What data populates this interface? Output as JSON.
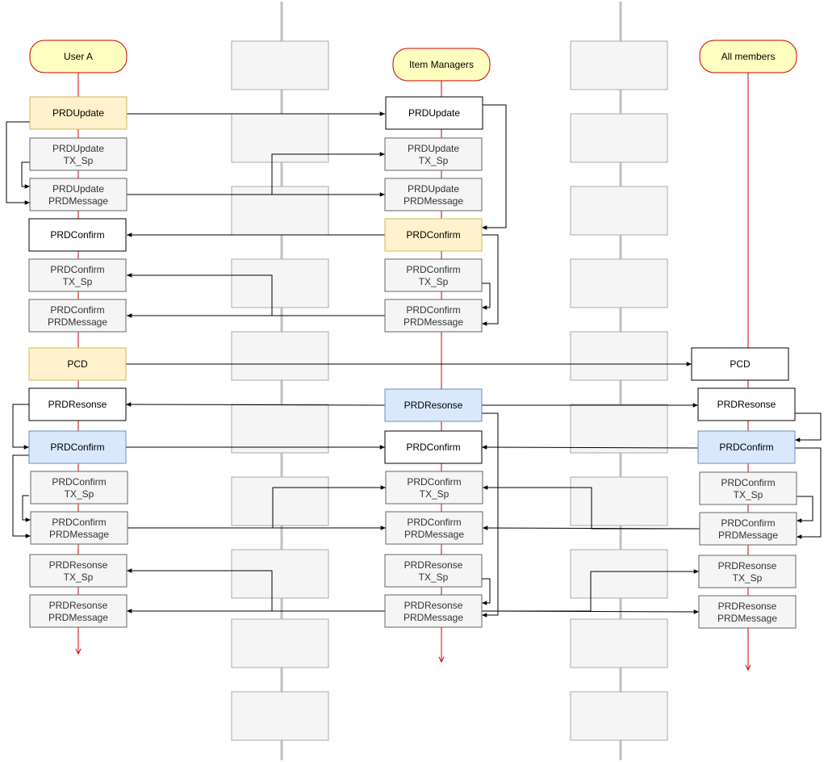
{
  "colors": {
    "lifeline": "#cc0000",
    "actor_fill": "#ffffc0",
    "actor_stroke": "#cc0000",
    "plain_fill": "#ffffff",
    "plain_stroke": "#000000",
    "msg_fill": "#f5f5f5",
    "msg_stroke": "#666666",
    "msg_text": "#333333",
    "highlight_fill": "#fff2cc",
    "highlight_stroke": "#d6b656",
    "blue_fill": "#dae8fc",
    "blue_stroke": "#6c8ebf",
    "separator": "#c0c0c0",
    "lane_fill": "#f5f5f5",
    "lane_stroke": "#aaaaaa",
    "arrow": "#000000"
  },
  "actors": [
    {
      "id": "user_a",
      "label": "User A"
    },
    {
      "id": "item_managers",
      "label": "Item Managers"
    },
    {
      "id": "all_members",
      "label": "All members"
    }
  ],
  "nodes": [
    {
      "id": "a1",
      "lines": [
        "PRDUpdate"
      ],
      "style": "highlight"
    },
    {
      "id": "a2",
      "lines": [
        "PRDUpdate",
        "TX_Sp"
      ],
      "style": "msg"
    },
    {
      "id": "a3",
      "lines": [
        "PRDUpdate",
        "PRDMessage"
      ],
      "style": "msg"
    },
    {
      "id": "a4",
      "lines": [
        "PRDConfirm"
      ],
      "style": "plain"
    },
    {
      "id": "a5",
      "lines": [
        "PRDConfirm",
        "TX_Sp"
      ],
      "style": "msg"
    },
    {
      "id": "a6",
      "lines": [
        "PRDConfirm",
        "PRDMessage"
      ],
      "style": "msg"
    },
    {
      "id": "a7",
      "lines": [
        "PCD"
      ],
      "style": "highlight"
    },
    {
      "id": "a8",
      "lines": [
        "PRDResonse"
      ],
      "style": "plain"
    },
    {
      "id": "a9",
      "lines": [
        "PRDConfirm"
      ],
      "style": "blue"
    },
    {
      "id": "a10",
      "lines": [
        "PRDConfirm",
        "TX_Sp"
      ],
      "style": "msg"
    },
    {
      "id": "a11",
      "lines": [
        "PRDConfirm",
        "PRDMessage"
      ],
      "style": "msg"
    },
    {
      "id": "a12",
      "lines": [
        "PRDResonse",
        "TX_Sp"
      ],
      "style": "msg"
    },
    {
      "id": "a13",
      "lines": [
        "PRDResonse",
        "PRDMessage"
      ],
      "style": "msg"
    },
    {
      "id": "m1",
      "lines": [
        "PRDUpdate"
      ],
      "style": "plain"
    },
    {
      "id": "m2",
      "lines": [
        "PRDUpdate",
        "TX_Sp"
      ],
      "style": "msg"
    },
    {
      "id": "m3",
      "lines": [
        "PRDUpdate",
        "PRDMessage"
      ],
      "style": "msg"
    },
    {
      "id": "m4",
      "lines": [
        "PRDConfirm"
      ],
      "style": "highlight"
    },
    {
      "id": "m5",
      "lines": [
        "PRDConfirm",
        "TX_Sp"
      ],
      "style": "msg"
    },
    {
      "id": "m6",
      "lines": [
        "PRDConfirm",
        "PRDMessage"
      ],
      "style": "msg"
    },
    {
      "id": "m7",
      "lines": [
        "PRDResonse"
      ],
      "style": "blue"
    },
    {
      "id": "m8",
      "lines": [
        "PRDConfirm"
      ],
      "style": "plain"
    },
    {
      "id": "m9",
      "lines": [
        "PRDConfirm",
        "TX_Sp"
      ],
      "style": "msg"
    },
    {
      "id": "m10",
      "lines": [
        "PRDConfirm",
        "PRDMessage"
      ],
      "style": "msg"
    },
    {
      "id": "m11",
      "lines": [
        "PRDResonse",
        "TX_Sp"
      ],
      "style": "msg"
    },
    {
      "id": "m12",
      "lines": [
        "PRDResonse",
        "PRDMessage"
      ],
      "style": "msg"
    },
    {
      "id": "r1",
      "lines": [
        "PCD"
      ],
      "style": "plain"
    },
    {
      "id": "r2",
      "lines": [
        "PRDResonse"
      ],
      "style": "plain"
    },
    {
      "id": "r3",
      "lines": [
        "PRDConfirm"
      ],
      "style": "blue"
    },
    {
      "id": "r4",
      "lines": [
        "PRDConfirm",
        "TX_Sp"
      ],
      "style": "msg"
    },
    {
      "id": "r5",
      "lines": [
        "PRDConfirm",
        "PRDMessage"
      ],
      "style": "msg"
    },
    {
      "id": "r6",
      "lines": [
        "PRDResonse",
        "TX_Sp"
      ],
      "style": "msg"
    },
    {
      "id": "r7",
      "lines": [
        "PRDResonse",
        "PRDMessage"
      ],
      "style": "msg"
    }
  ],
  "connections": [
    {
      "from": "a1",
      "to": "m1"
    },
    {
      "from": "a1",
      "to": "a2"
    },
    {
      "from": "a1",
      "to": "a3"
    },
    {
      "from": "a3",
      "to": "m2"
    },
    {
      "from": "a3",
      "to": "m3"
    },
    {
      "from": "m1",
      "to": "m4"
    },
    {
      "from": "m4",
      "to": "a4"
    },
    {
      "from": "m4",
      "to": "m5"
    },
    {
      "from": "m4",
      "to": "m6"
    },
    {
      "from": "m6",
      "to": "a5"
    },
    {
      "from": "m6",
      "to": "a6"
    },
    {
      "from": "a7",
      "to": "r1"
    },
    {
      "from": "m7",
      "to": "a8"
    },
    {
      "from": "m7",
      "to": "r2"
    },
    {
      "from": "a8",
      "to": "a9"
    },
    {
      "from": "a8",
      "to": "a10"
    },
    {
      "from": "a8",
      "to": "a11"
    },
    {
      "from": "a9",
      "to": "m8"
    },
    {
      "from": "r3",
      "to": "m8"
    },
    {
      "from": "a11",
      "to": "m9"
    },
    {
      "from": "a11",
      "to": "m10"
    },
    {
      "from": "r2",
      "to": "r3"
    },
    {
      "from": "r3",
      "to": "r4"
    },
    {
      "from": "r3",
      "to": "r5"
    },
    {
      "from": "r5",
      "to": "m9"
    },
    {
      "from": "r5",
      "to": "m10"
    },
    {
      "from": "m7",
      "to": "m11"
    },
    {
      "from": "m7",
      "to": "m12"
    },
    {
      "from": "m12",
      "to": "a12"
    },
    {
      "from": "m12",
      "to": "a13"
    },
    {
      "from": "m12",
      "to": "r6"
    },
    {
      "from": "m12",
      "to": "r7"
    }
  ]
}
